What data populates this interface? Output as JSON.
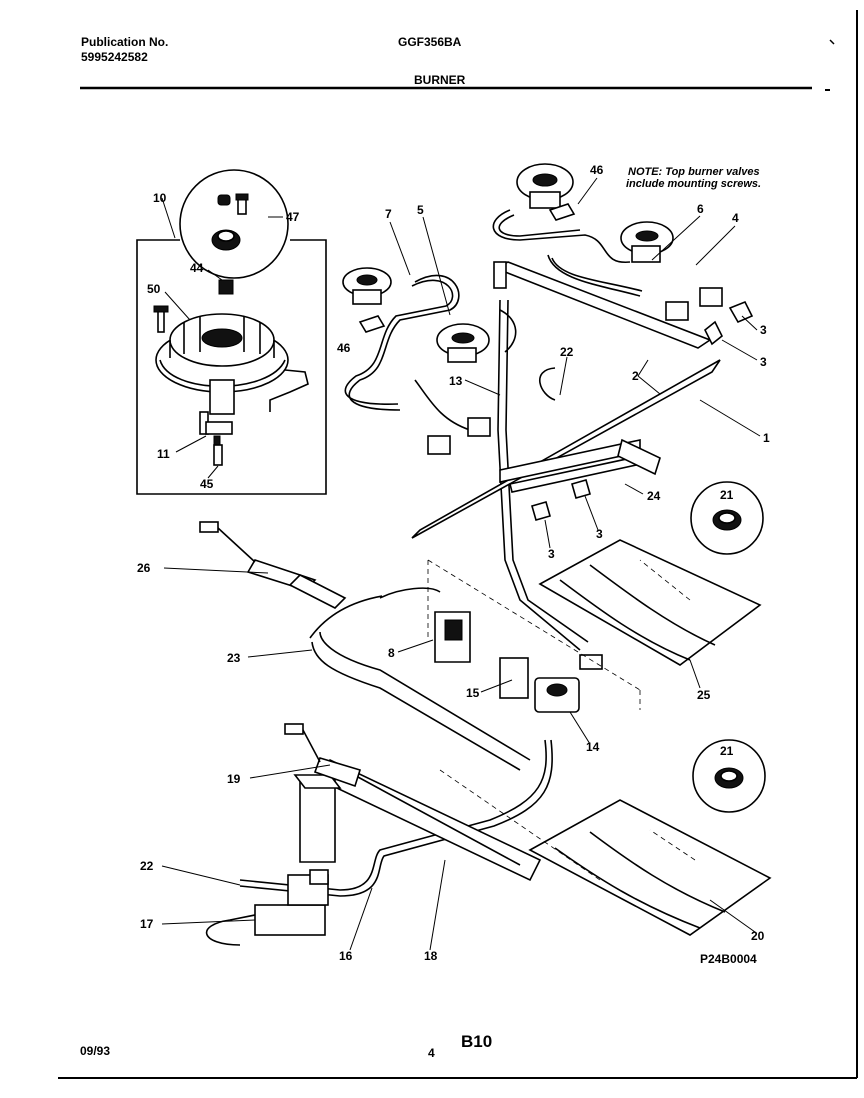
{
  "header": {
    "publication_label": "Publication No.",
    "publication_number": "5995242582",
    "model": "GGF356BA",
    "section": "BURNER"
  },
  "note": {
    "line1": "NOTE: Top burner valves",
    "line2": "include mounting screws."
  },
  "callouts": {
    "c10": "10",
    "c47": "47",
    "c44": "44",
    "c50": "50",
    "c11": "11",
    "c45": "45",
    "c7": "7",
    "c5": "5",
    "c46a": "46",
    "c46b": "46",
    "c6": "6",
    "c4": "4",
    "c3a": "3",
    "c3b": "3",
    "c3c": "3",
    "c3d": "3",
    "c22a": "22",
    "c2": "2",
    "c13": "13",
    "c1": "1",
    "c24": "24",
    "c21a": "21",
    "c26": "26",
    "c8": "8",
    "c23": "23",
    "c15": "15",
    "c14": "14",
    "c25": "25",
    "c19": "19",
    "c21b": "21",
    "c22b": "22",
    "c17": "17",
    "c16": "16",
    "c18": "18",
    "c20": "20"
  },
  "figure_code": "P24B0004",
  "footer": {
    "date": "09/93",
    "page": "4",
    "code": "B10"
  }
}
